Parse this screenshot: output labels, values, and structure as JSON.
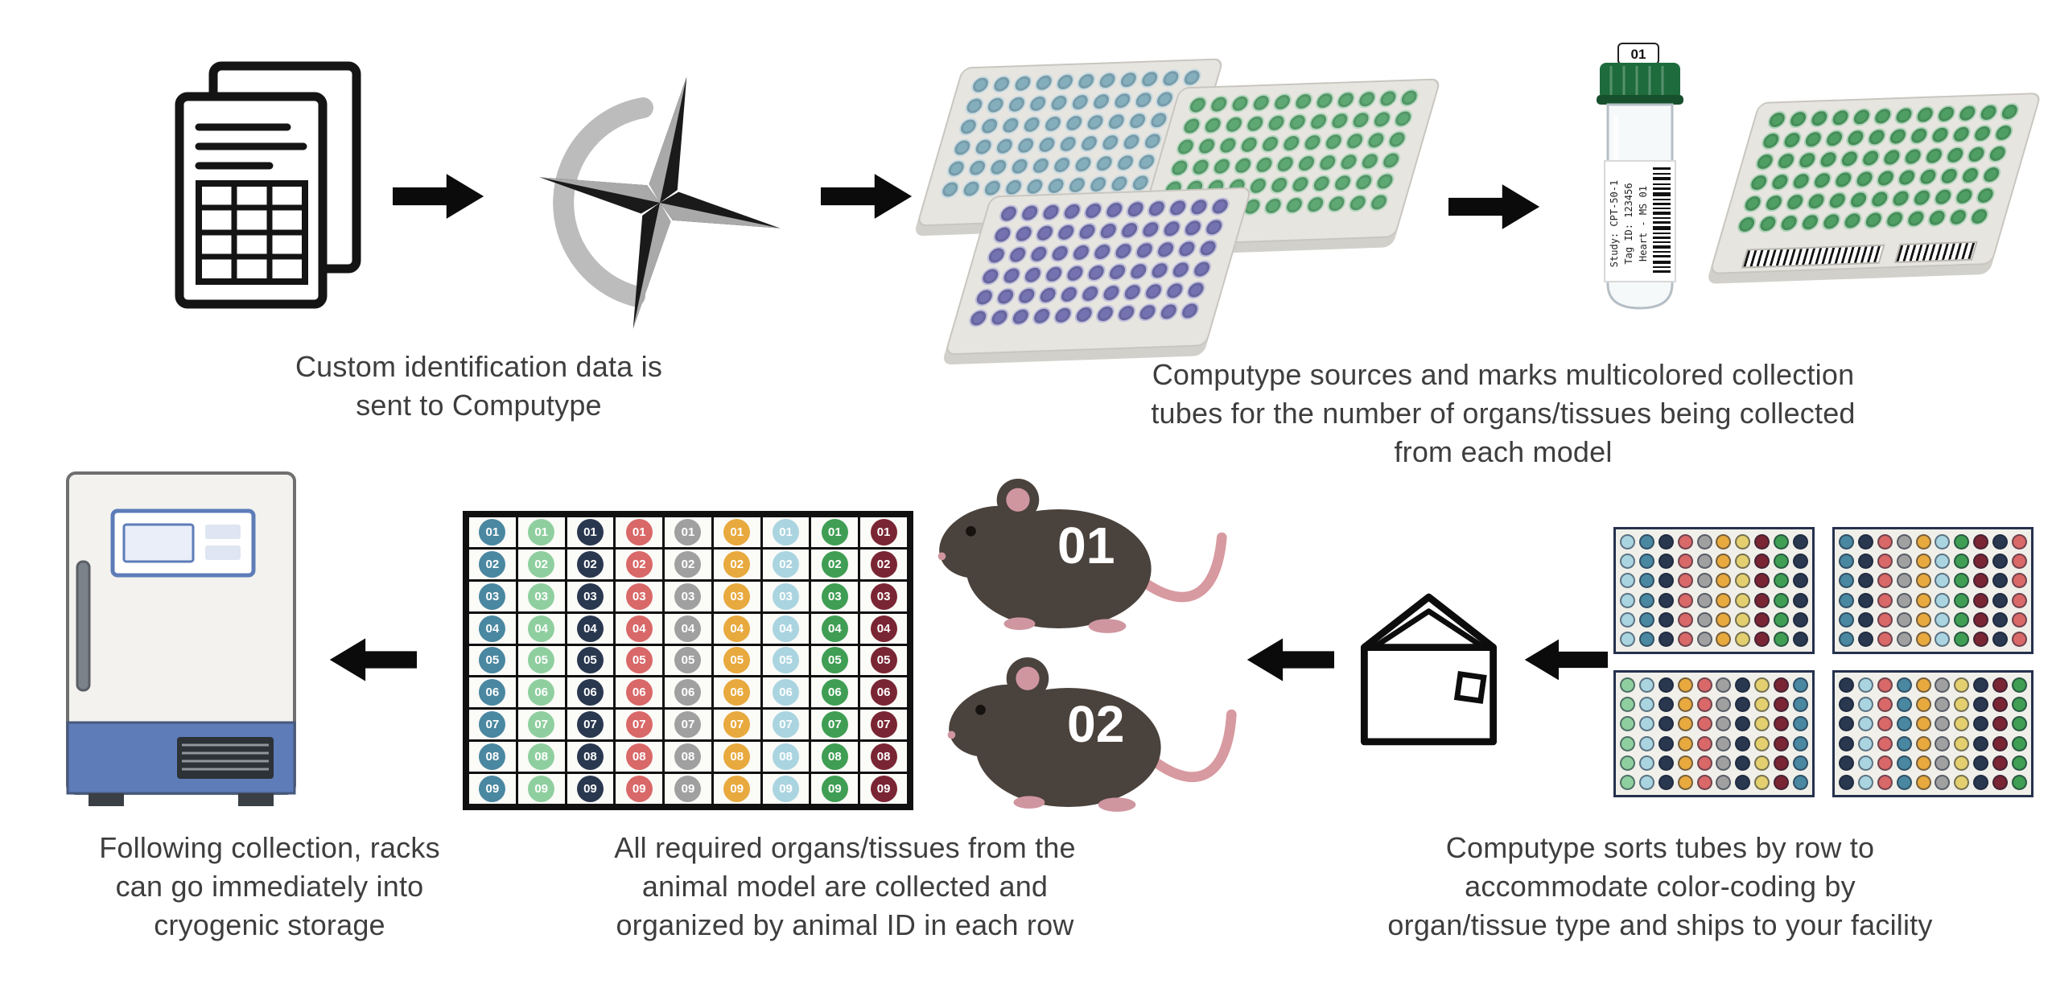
{
  "captions": {
    "step1": "Custom identification data is\nsent to Computype",
    "step2": "Computype sources and marks multicolored collection\ntubes for the number of organs/tissues being collected\nfrom each model",
    "step3": "Computype sorts tubes by row to\naccommodate color-coding by\norgan/tissue type and ships to your facility",
    "step4": "All required organs/tissues from the\nanimal model are collected and\norganized by animal ID in each row",
    "step5": "Following collection, racks\ncan go immediately into\ncryogenic storage"
  },
  "tube": {
    "cap_label": "01",
    "label_lines": [
      "Study: CPT-50-1",
      "Tag ID: 123456",
      "Heart - MS 01"
    ]
  },
  "mice": [
    {
      "id": "01"
    },
    {
      "id": "02"
    }
  ],
  "rack_grid": {
    "row_labels": [
      "01",
      "02",
      "03",
      "04",
      "05",
      "06",
      "07",
      "08",
      "09"
    ],
    "column_colors": [
      "#4a87a0",
      "#8fcf9f",
      "#29374f",
      "#d96868",
      "#a0a0a0",
      "#e8a93e",
      "#aad4e0",
      "#3f9e53",
      "#7a2533"
    ]
  },
  "top_racks": {
    "racks": [
      {
        "name": "teal-cap-rack",
        "cols": 11,
        "rows": 6,
        "color": "#85aebd"
      },
      {
        "name": "green-cap-rack",
        "cols": 11,
        "rows": 6,
        "color": "#5ea873"
      },
      {
        "name": "purple-cap-rack",
        "cols": 11,
        "rows": 6,
        "color": "#7472b0"
      }
    ]
  },
  "tube_rack_green": {
    "cols": 12,
    "rows": 6,
    "color": "#4f9e64"
  },
  "sorted_racks": {
    "racks": [
      {
        "rows": 6,
        "column_colors": [
          "#aad4e0",
          "#4a87a0",
          "#29374f",
          "#d96868",
          "#a0a0a0",
          "#e8a93e",
          "#e3cf6f",
          "#7a2533",
          "#3f9e53",
          "#29374f"
        ]
      },
      {
        "rows": 6,
        "column_colors": [
          "#4a87a0",
          "#29374f",
          "#d96868",
          "#a0a0a0",
          "#e8a93e",
          "#aad4e0",
          "#3f9e53",
          "#7a2533",
          "#29374f",
          "#d96868"
        ]
      },
      {
        "rows": 6,
        "column_colors": [
          "#8fcf9f",
          "#aad4e0",
          "#29374f",
          "#e8a93e",
          "#d96868",
          "#a0a0a0",
          "#29374f",
          "#e3cf6f",
          "#7a2533",
          "#4a87a0"
        ]
      },
      {
        "rows": 6,
        "column_colors": [
          "#29374f",
          "#aad4e0",
          "#d96868",
          "#4a87a0",
          "#e8a93e",
          "#a0a0a0",
          "#e3cf6f",
          "#29374f",
          "#7a2533",
          "#3f9e53"
        ]
      }
    ]
  },
  "colors": {
    "caption_text": "#3e3e3e",
    "arrow": "#0b0b0b",
    "freezer_accent": "#5d7cb8",
    "cap_dark_green": "#1e6b3d",
    "cap_light_green": "#4aa56b"
  }
}
